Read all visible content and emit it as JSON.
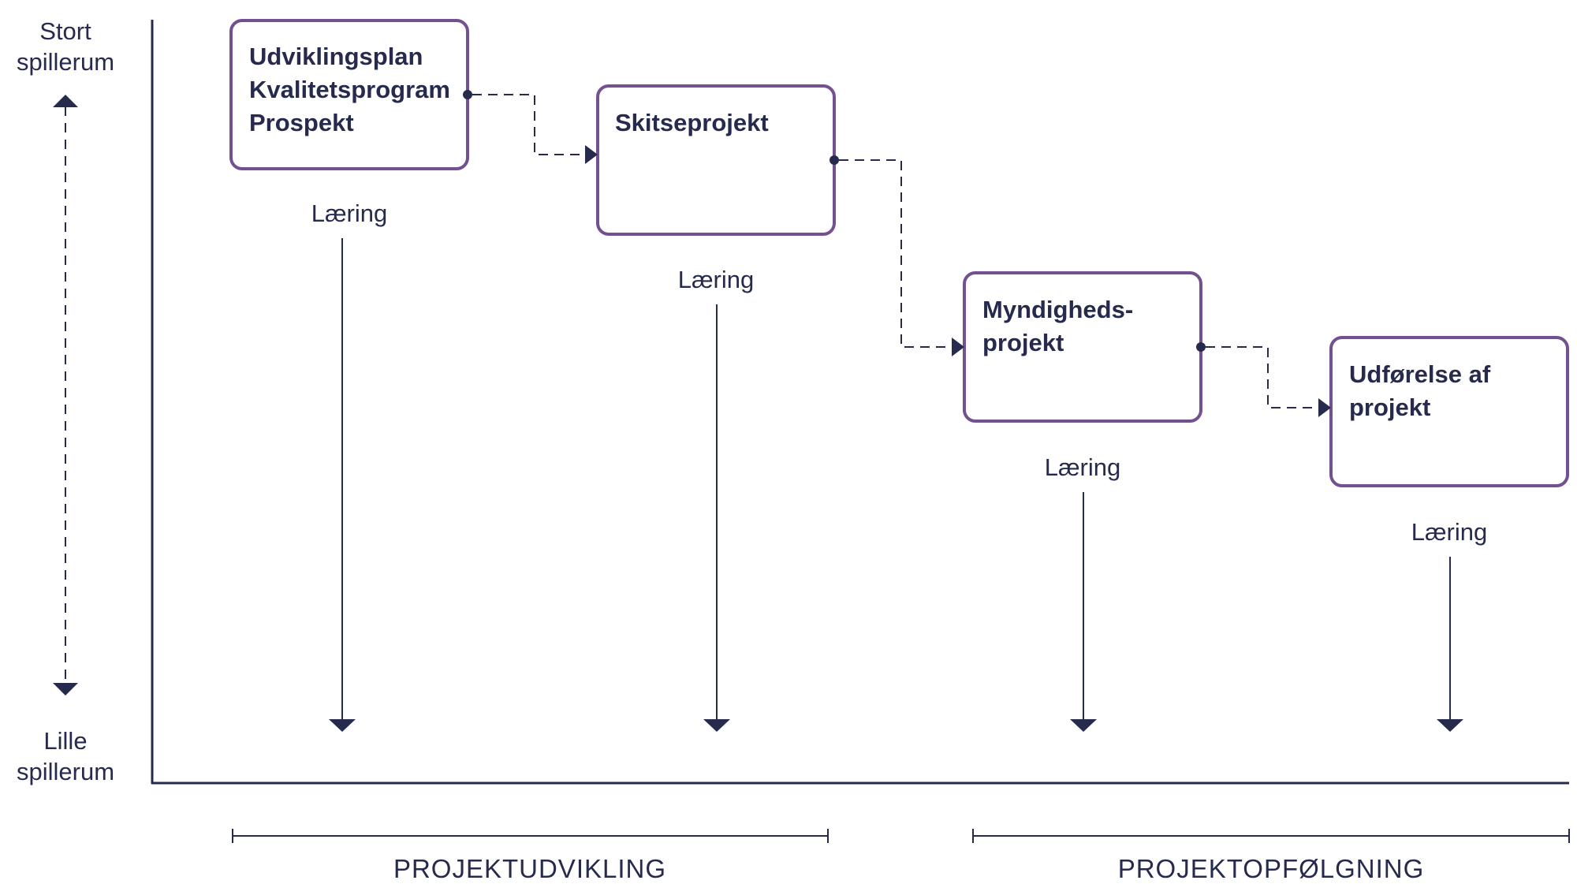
{
  "axis": {
    "top_line1": "Stort",
    "top_line2": "spillerum",
    "bottom_line1": "Lille",
    "bottom_line2": "spillerum"
  },
  "stages": [
    {
      "lines": [
        "Udviklingsplan",
        "Kvalitetsprogram",
        "Prospekt"
      ],
      "learning": "Læring"
    },
    {
      "lines": [
        "Skitseprojekt"
      ],
      "learning": "Læring"
    },
    {
      "lines": [
        "Myndigheds-",
        "projekt"
      ],
      "learning": "Læring"
    },
    {
      "lines": [
        "Udførelse af",
        "projekt"
      ],
      "learning": "Læring"
    }
  ],
  "phases": [
    {
      "label": "PROJEKTUDVIKLING"
    },
    {
      "label": "PROJEKTOPFØLGNING"
    }
  ],
  "colors": {
    "ink": "#262b4e",
    "box_border": "#73508f",
    "background": "#ffffff"
  }
}
